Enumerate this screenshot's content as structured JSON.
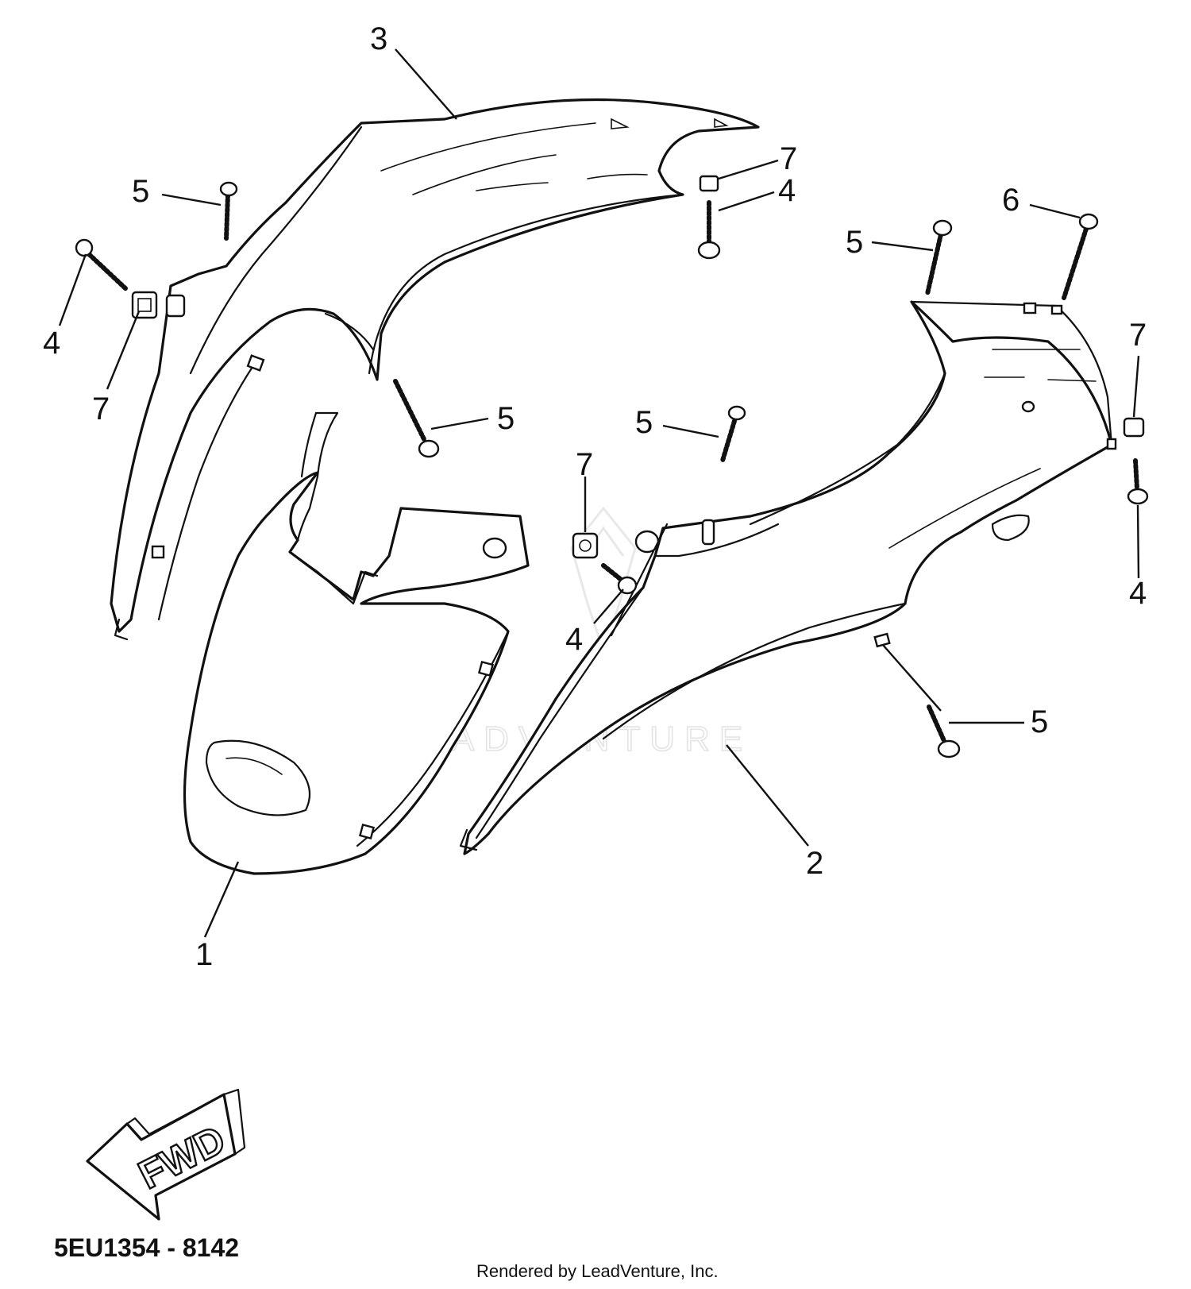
{
  "watermark": "LEADVENTURE",
  "callouts": {
    "c1": "1",
    "c2": "2",
    "c3": "3",
    "c4a": "4",
    "c4b": "4",
    "c4c": "4",
    "c4d": "4",
    "c5a": "5",
    "c5b": "5",
    "c5c": "5",
    "c5d": "5",
    "c5e": "5",
    "c6": "6",
    "c7a": "7",
    "c7b": "7",
    "c7c": "7",
    "c7d": "7"
  },
  "direction_label": "FWD",
  "drawing_code": "5EU1354 - 8142",
  "credit": "Rendered by LeadVenture, Inc.",
  "colors": {
    "ink": "#111111",
    "paper": "#ffffff",
    "watermark": "#e3e3e3"
  }
}
